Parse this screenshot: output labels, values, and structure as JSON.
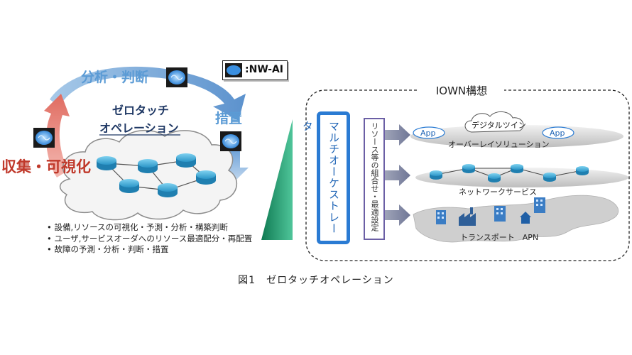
{
  "diagram": {
    "legend_label": ":NW-AI",
    "cycle": {
      "analyze_judge": "分析・判断",
      "action": "措置",
      "collect_visualize": "収集・可視化",
      "center_line1": "ゼロタッチ",
      "center_line2": "オペレーション"
    },
    "bullets": [
      "設備,リソースの可視化・予測・分析・構築判断",
      "ユーザ,サービスオーダへのリソース最適配分・再配置",
      "故障の予測・分析・判断・措置"
    ],
    "iown": {
      "title": "IOWN構想",
      "orchestrator": "マルチオーケストレータ",
      "resource_box": "リソース等の組合せ・最適設定",
      "layers": {
        "overlay_digital_twin": "デジタルツイン",
        "app_left": "App",
        "app_right": "App",
        "overlay_label": "オーバーレイソリューション",
        "network_label": "ネットワークサービス",
        "transport_label": "トランスポート　APN"
      }
    },
    "caption": "図1　ゼロタッチオペレーション",
    "colors": {
      "blue_arrow": "#5b9bd5",
      "red_arrow": "#e98a80",
      "red_text": "#c0392b",
      "blue_text": "#2e75b6",
      "navy_text": "#1f3864",
      "teal_triangle": "#1c9b6f",
      "orchestrator_border": "#2a7bd3"
    },
    "icons": [
      "brain-icon",
      "router-icon",
      "building-icon",
      "factory-icon",
      "house-icon",
      "cloud-icon"
    ]
  }
}
